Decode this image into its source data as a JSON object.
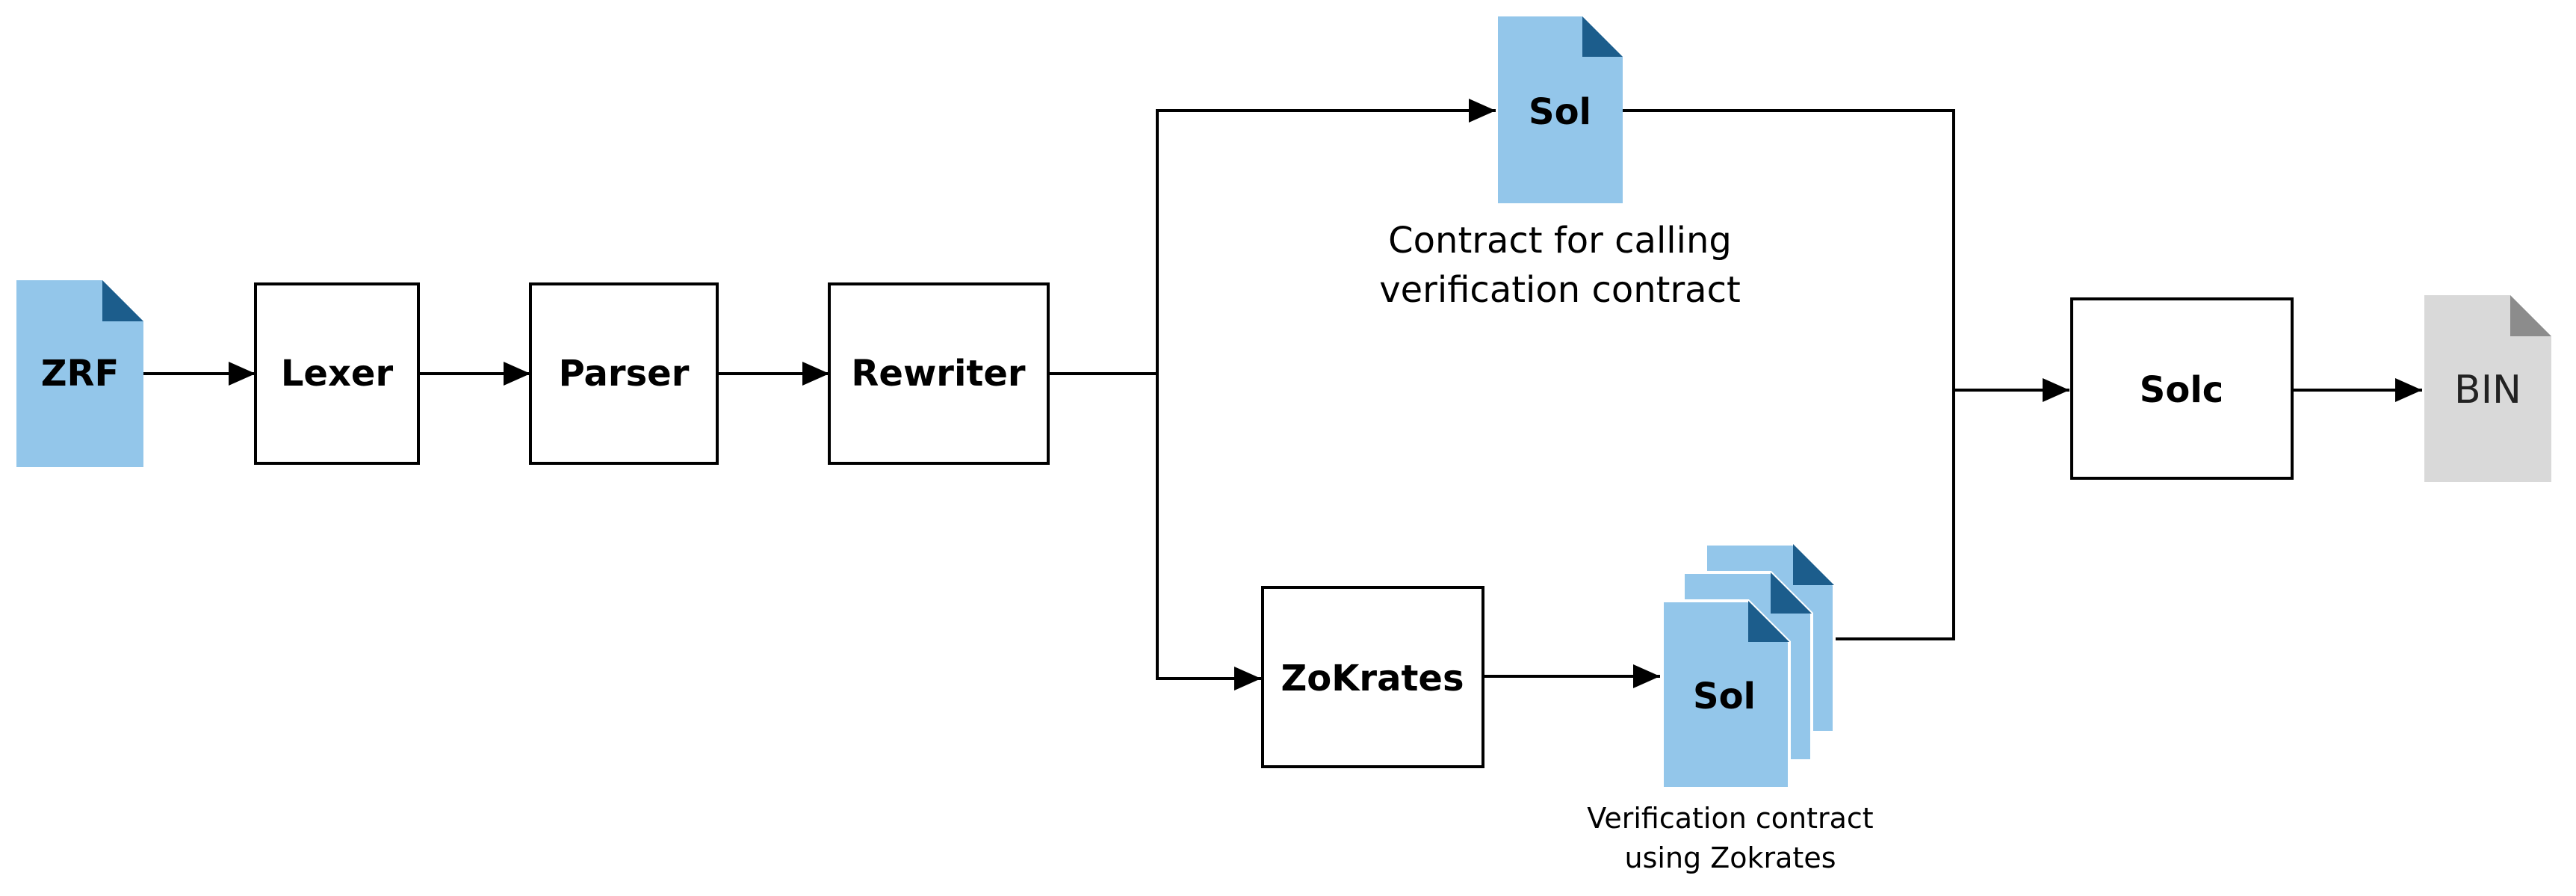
{
  "nodes": {
    "zrf": "ZRF",
    "lexer": "Lexer",
    "parser": "Parser",
    "rewriter": "Rewriter",
    "zokrates": "ZoKrates",
    "sol_top": "Sol",
    "sol_bottom": "Sol",
    "solc": "Solc",
    "bin": "BIN"
  },
  "captions": {
    "sol_top_line1": "Contract for calling",
    "sol_top_line2": "verification contract",
    "sol_bottom_line1": "Verification contract",
    "sol_bottom_line2": "using Zokrates"
  },
  "colors": {
    "doc_blue": "#93c6ea",
    "doc_blue_fold": "#1c5d8c",
    "doc_gray": "#d9d9d9",
    "doc_gray_fold": "#8c8c8c",
    "line": "#000000"
  }
}
